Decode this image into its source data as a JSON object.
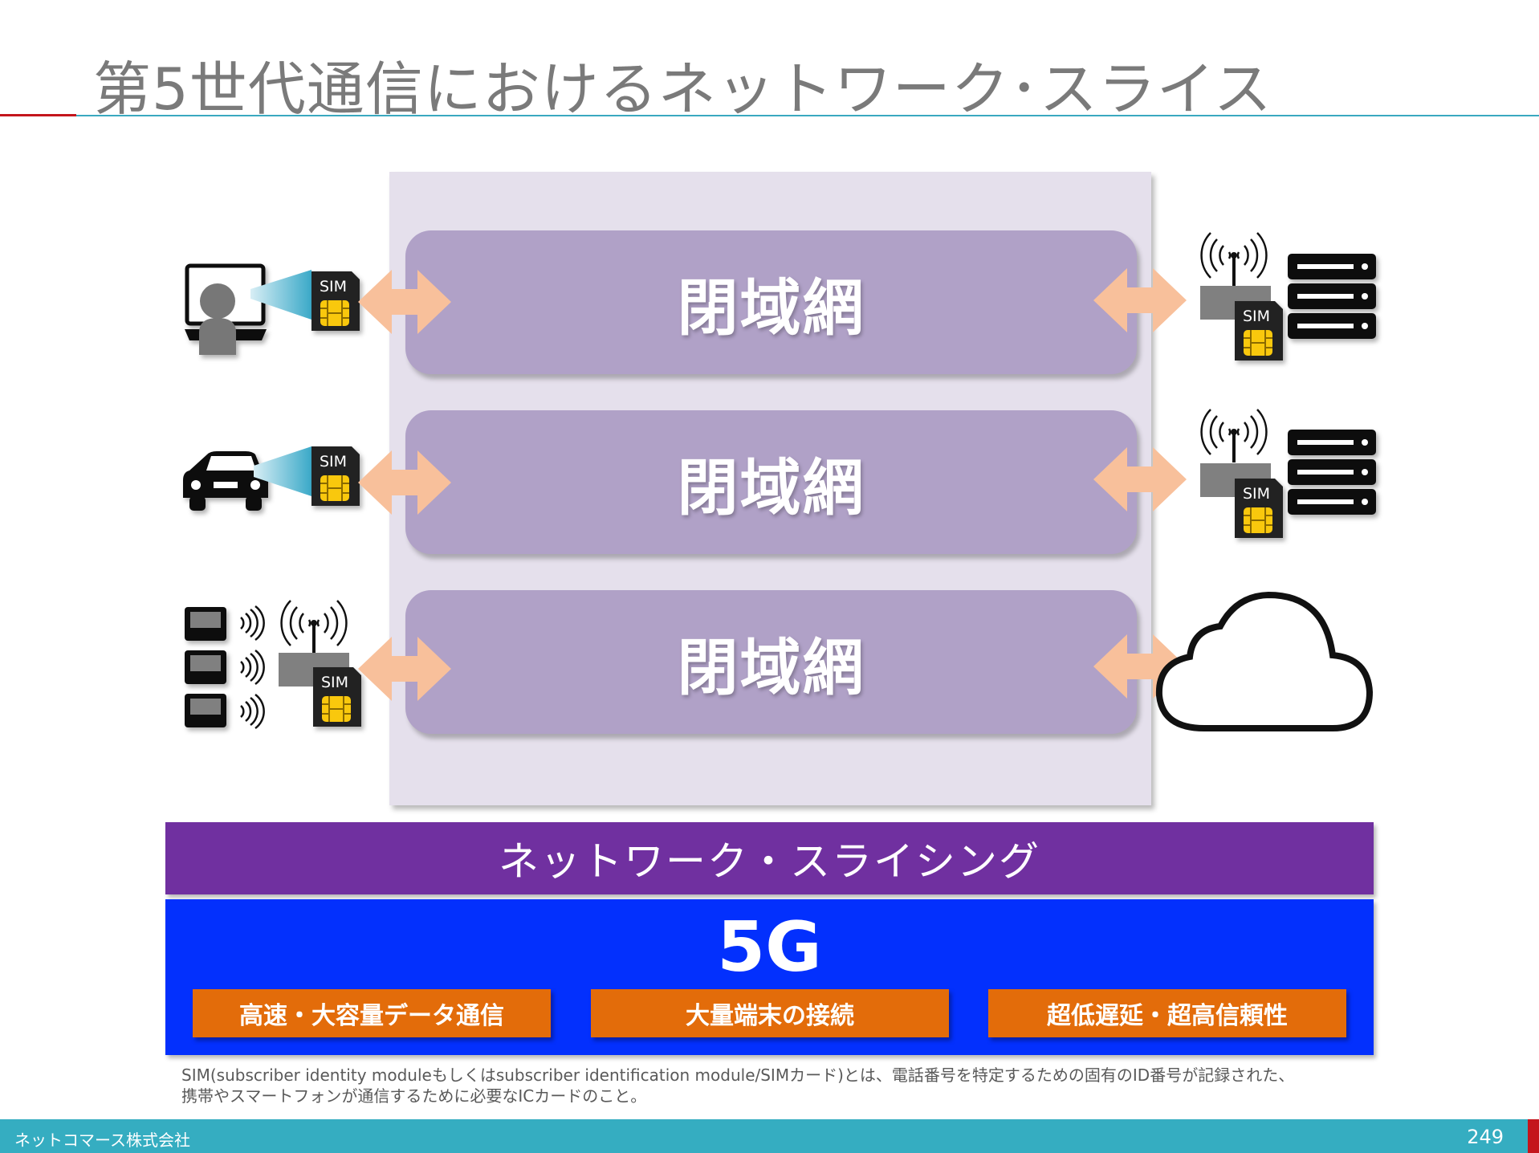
{
  "page": {
    "title": "第5世代通信におけるネットワーク･スライス"
  },
  "slices": [
    {
      "label": "閉域網"
    },
    {
      "label": "閉域網"
    },
    {
      "label": "閉域網"
    }
  ],
  "sim_cards": [
    {
      "label": "SIM"
    },
    {
      "label": "SIM"
    },
    {
      "label": "SIM"
    },
    {
      "label": "SIM"
    },
    {
      "label": "SIM"
    }
  ],
  "bands": {
    "slicing": "ネットワーク・スライシング",
    "tech": "5G",
    "features": [
      "高速・大容量データ通信",
      "大量端末の接続",
      "超低遅延・超高信頼性"
    ]
  },
  "footnote": {
    "line1": "SIM(subscriber identity moduleもしくはsubscriber identification module/SIMカード)とは、電話番号を特定するための固有のID番号が記録された、",
    "line2": "携帯やスマートフォンが通信するために必要なICカードのこと。"
  },
  "footer": {
    "company": "ネットコマース株式会社",
    "page_number": "249"
  },
  "colors": {
    "slice_fill": "#b0a1c7",
    "slicing_band": "#7030a0",
    "tech_band": "#0330fd",
    "feature_boxes": "#e36c0a",
    "arrows": "#f8c09b",
    "sim_chip": "#f9c80e"
  },
  "icons": {
    "left": [
      "laptop-user-icon",
      "car-icon",
      "iot-devices-icon"
    ],
    "right": [
      "server-rack-icon",
      "server-rack-icon",
      "cloud-icon"
    ]
  }
}
